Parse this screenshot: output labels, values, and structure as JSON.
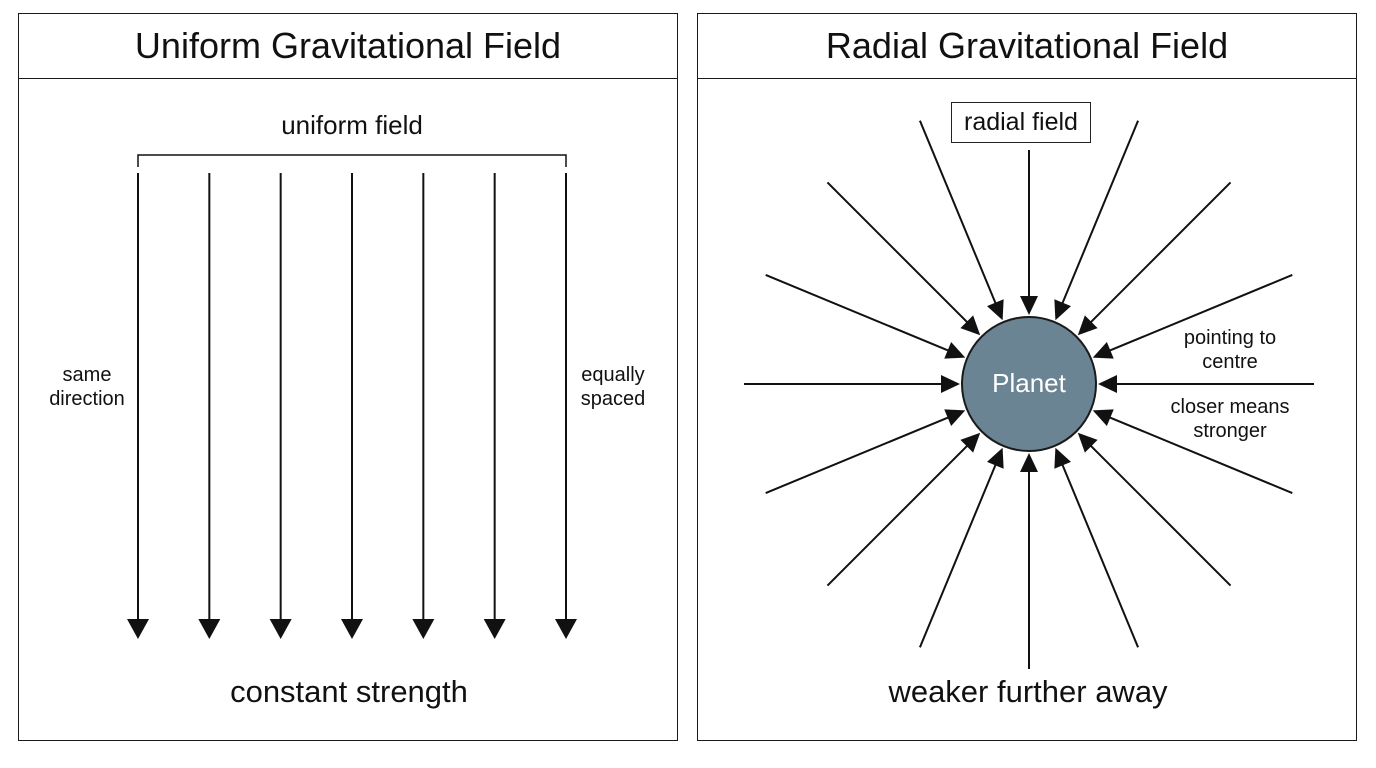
{
  "uniform": {
    "title": "Uniform Gravitational Field",
    "bracket_label": "uniform field",
    "left_note": "same\ndirection",
    "right_note": "equally\nspaced",
    "bottom_caption": "constant strength",
    "field_line_count": 7
  },
  "radial": {
    "title": "Radial Gravitational Field",
    "box_label": "radial field",
    "body_label": "Planet",
    "note_pointing": "pointing to\ncentre",
    "note_closer": "closer means\nstronger",
    "bottom_caption": "weaker further away",
    "field_line_count": 16
  },
  "colors": {
    "line": "#111111",
    "planet_fill": "#6b8494",
    "border": "#1a1a1a"
  }
}
